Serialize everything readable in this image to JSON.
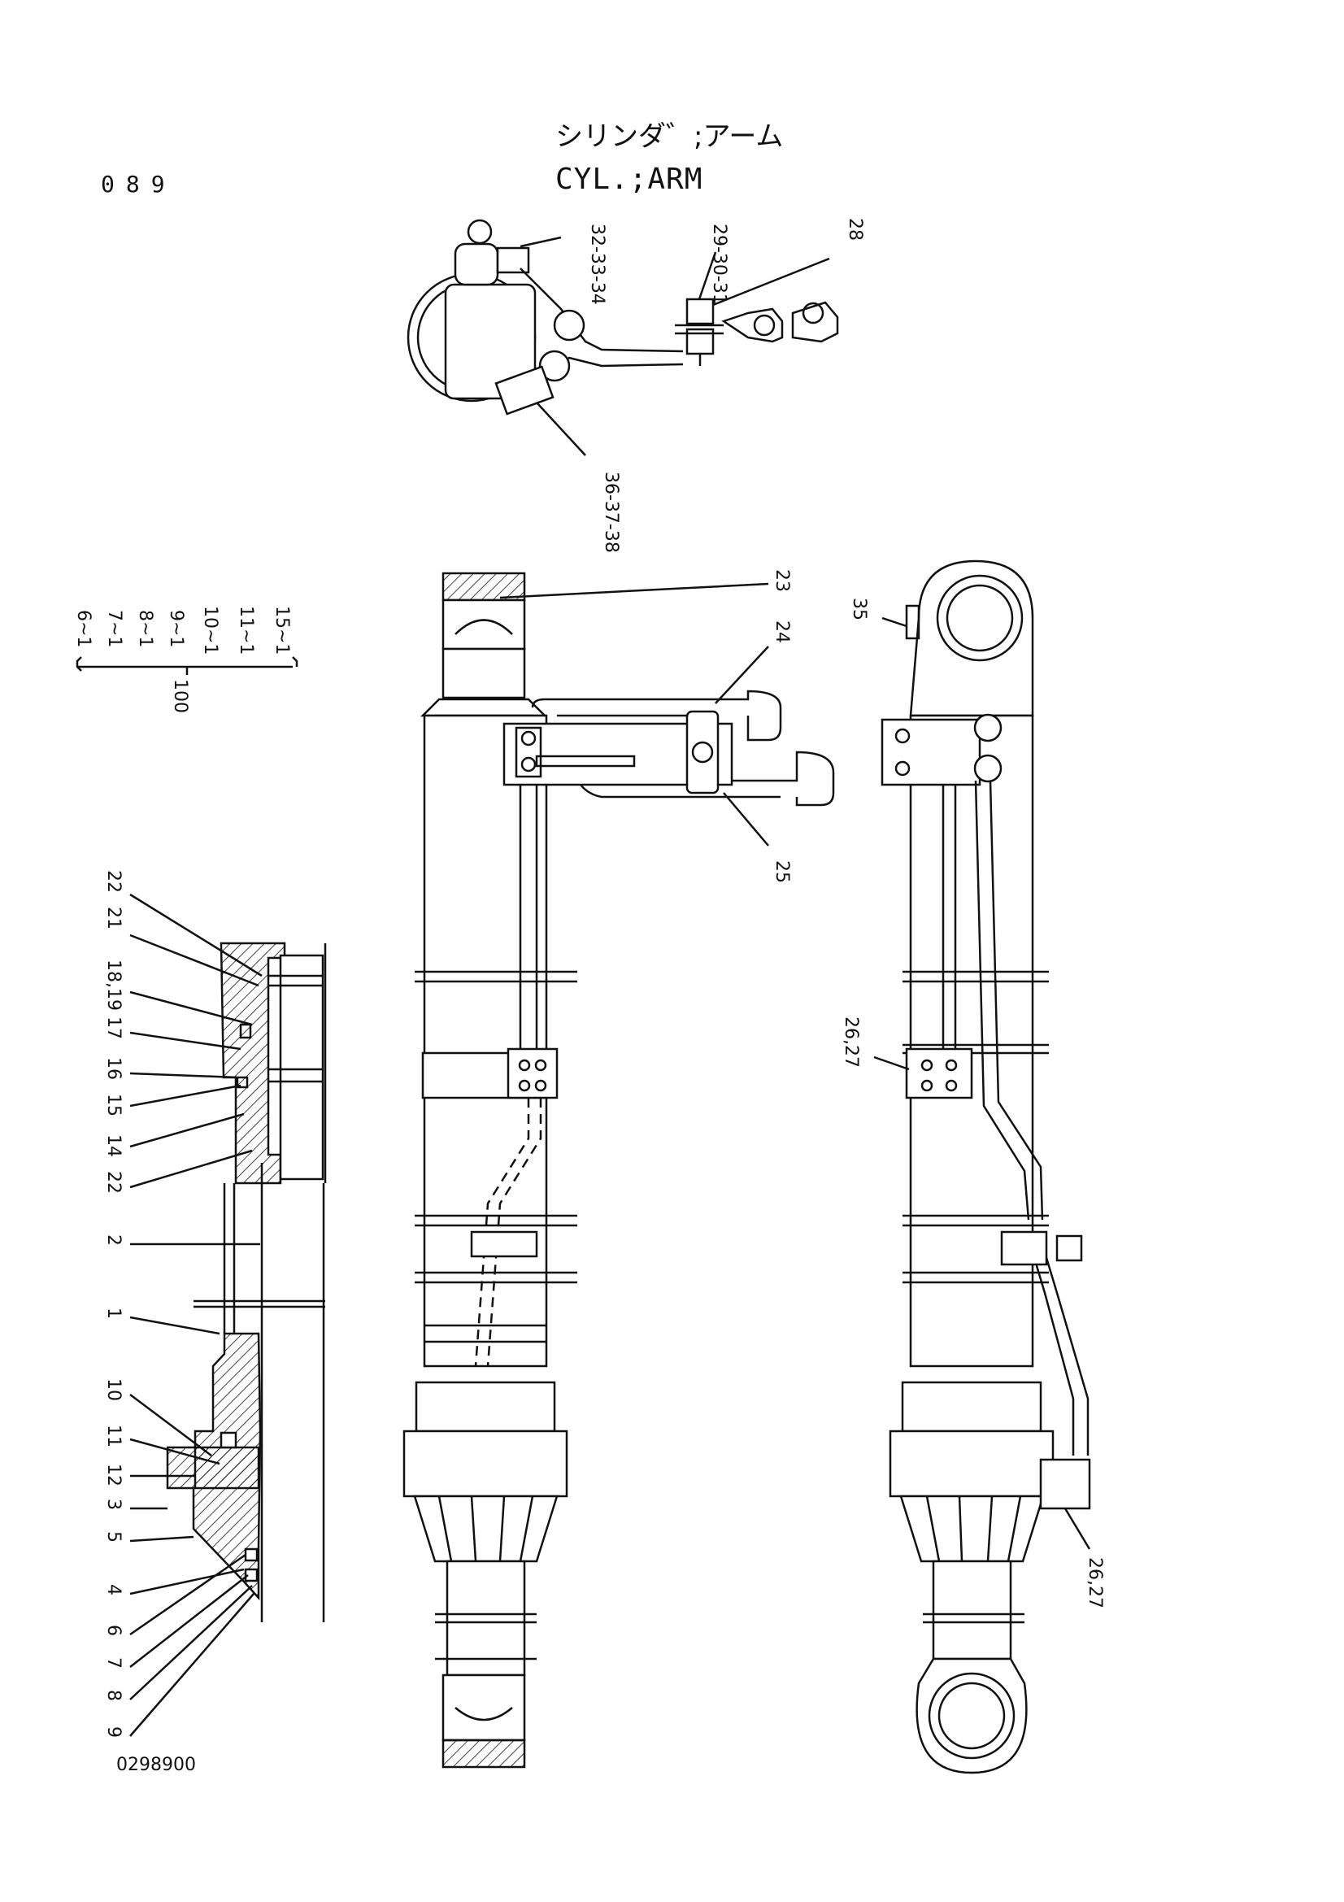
{
  "header": {
    "title_jp": "シリンダ゛;アーム",
    "title_en": "CYL.;ARM",
    "page_number": "089"
  },
  "footer": {
    "drawing_number": "0298900"
  },
  "callouts": {
    "top_view": [
      "32-33-34",
      "29-30-31",
      "28",
      "36-37-38"
    ],
    "kit": {
      "members": [
        "6~1",
        "7~1",
        "8~1",
        "9~1",
        "10~1",
        "11~1",
        "15~1"
      ],
      "kit_number": "100"
    },
    "section_view": [
      "22",
      "21",
      "18,19",
      "17",
      "16",
      "15",
      "14",
      "22",
      "2",
      "1",
      "10",
      "11",
      "12",
      "3",
      "5",
      "4",
      "6",
      "7",
      "8",
      "9"
    ],
    "front_view": [
      "23",
      "24",
      "25"
    ],
    "side_view": [
      "35",
      "26,27",
      "26,27"
    ]
  }
}
